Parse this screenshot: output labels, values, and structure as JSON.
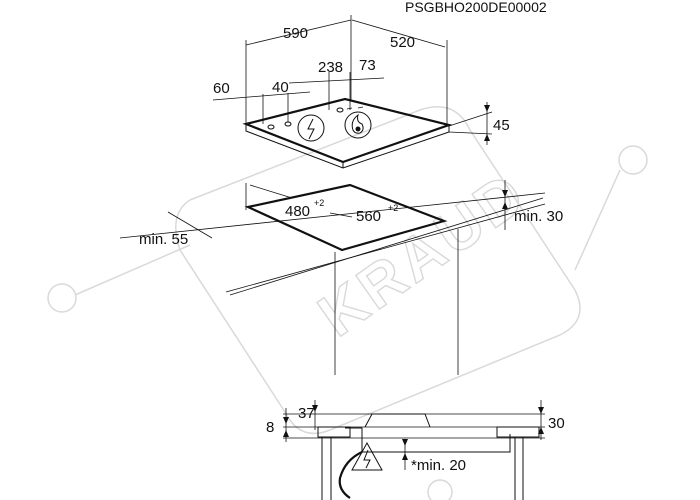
{
  "product_code": "PSGBHO200DE00002",
  "watermark": "KRAUD",
  "dimensions": {
    "width": "590",
    "depth": "520",
    "burner_offset": "238",
    "right_offset": "73",
    "left_margin": "60",
    "control_offset": "40",
    "height": "45",
    "cutout_depth": "480",
    "cutout_depth_tol": "+2",
    "cutout_width": "560",
    "cutout_width_tol": "+2",
    "min_front": "min. 55",
    "min_back": "min. 30",
    "side_37": "37",
    "side_8": "8",
    "side_30": "30",
    "min_below": "*min. 20"
  },
  "icons": {
    "electric_burner": "lightning-icon",
    "gas_burner": "flame-icon",
    "warning": "electric-hazard-icon"
  }
}
